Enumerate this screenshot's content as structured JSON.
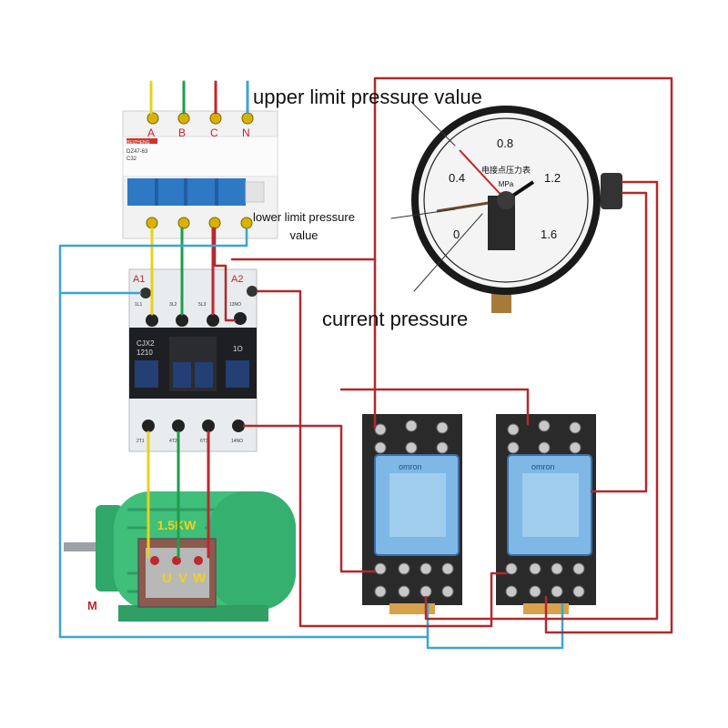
{
  "annotations": {
    "upper_limit": "upper limit pressure value",
    "lower_limit_line1": "lower limit pressure",
    "lower_limit_line2": "value",
    "current": "current pressure"
  },
  "breaker": {
    "terminals": [
      "A",
      "B",
      "C",
      "N"
    ],
    "brand": "BEIZHENG",
    "model": "DZ47-63",
    "rating": "C32"
  },
  "contactor": {
    "coil_a1": "A1",
    "coil_a2": "A2",
    "top_terminals": [
      "1L1",
      "3L2",
      "5L3",
      "13NO"
    ],
    "model_line1": "CJX2",
    "model_line2": "1210",
    "aux": "1O",
    "bottom_terminals": [
      "2T1",
      "4T2",
      "6T3",
      "14NO"
    ]
  },
  "gauge": {
    "scale": [
      "0",
      "0.4",
      "0.8",
      "1.2",
      "1.6"
    ],
    "title": "电接点压力表",
    "unit": "MPa"
  },
  "motor": {
    "rating": "1.5KW",
    "label": "M",
    "terminals": [
      "U",
      "V",
      "W"
    ]
  },
  "relays": {
    "brand": "omron"
  },
  "colors": {
    "wire_yellow": "#e8d21a",
    "wire_green": "#1e9e4a",
    "wire_red": "#c0262d",
    "wire_blue": "#3aa6cf",
    "wire_maroon": "#b02a2e",
    "motor_green": "#3fbf7a",
    "relay_blue": "#7fb8e6"
  }
}
